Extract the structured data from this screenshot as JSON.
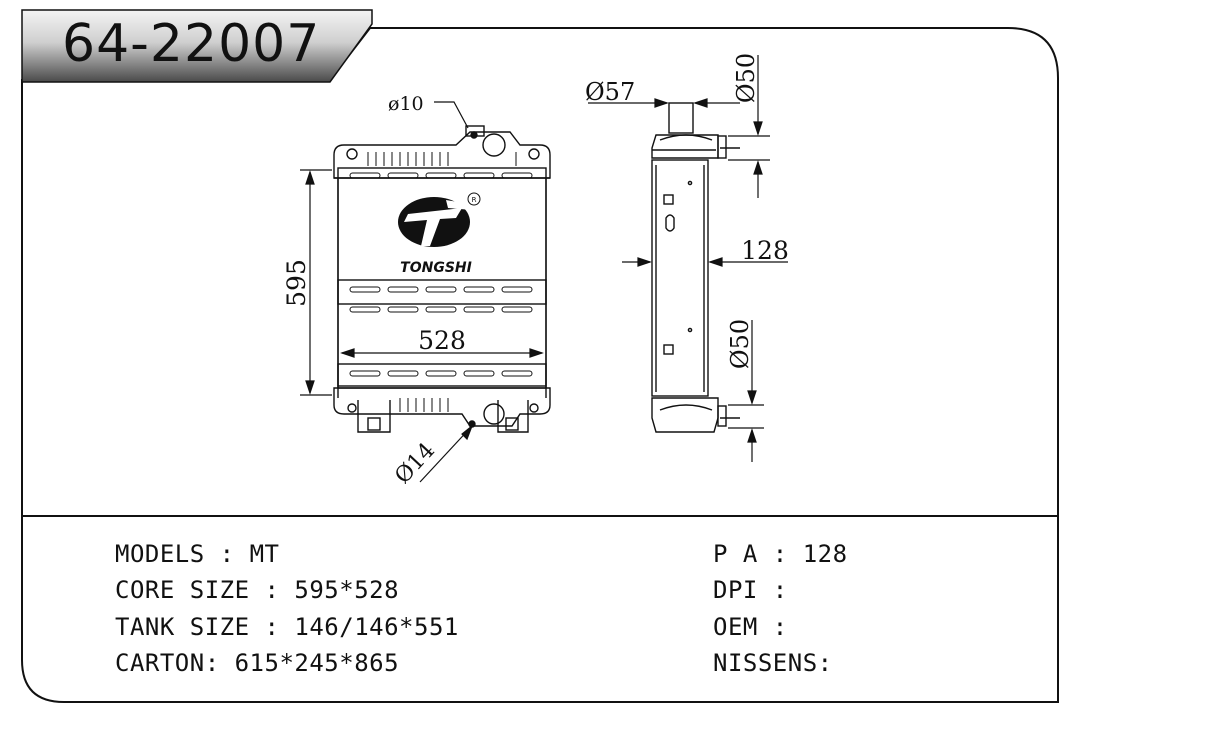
{
  "part_number": "64-22007",
  "brand": "TONGSHI",
  "registered_mark": "R",
  "dimensions": {
    "inlet_hole": "ø10",
    "outlet_hole": "Ø14",
    "height": "595",
    "width": "528",
    "top_pipe_width": "Ø57",
    "top_pipe_diameter": "Ø50",
    "bottom_pipe_diameter": "Ø50",
    "depth": "128"
  },
  "specs_left": [
    {
      "label": "MODELS",
      "separator": " : ",
      "value": "MT"
    },
    {
      "label": "CORE SIZE",
      "separator": " : ",
      "value": "595*528"
    },
    {
      "label": "TANK SIZE",
      "separator": " : ",
      "value": "146/146*551"
    },
    {
      "label": "CARTON",
      "separator": ": ",
      "value": "615*245*865"
    }
  ],
  "specs_right": [
    {
      "label": "P A",
      "separator": " : ",
      "value": "128"
    },
    {
      "label": "DPI",
      "separator": " :",
      "value": ""
    },
    {
      "label": "OEM",
      "separator": " :",
      "value": ""
    },
    {
      "label": "NISSENS",
      "separator": ":",
      "value": ""
    }
  ]
}
